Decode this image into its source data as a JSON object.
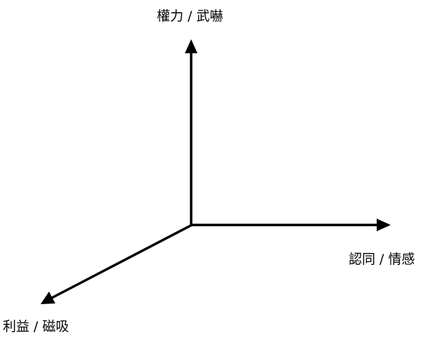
{
  "axes": {
    "vertical": {
      "label": "權力 / 武嚇"
    },
    "horizontal": {
      "label": "認同 / 情感"
    },
    "diagonal": {
      "label": "利益 / 磁吸"
    }
  },
  "colors": {
    "line": "#000000",
    "text": "#000000",
    "background": "#ffffff"
  }
}
